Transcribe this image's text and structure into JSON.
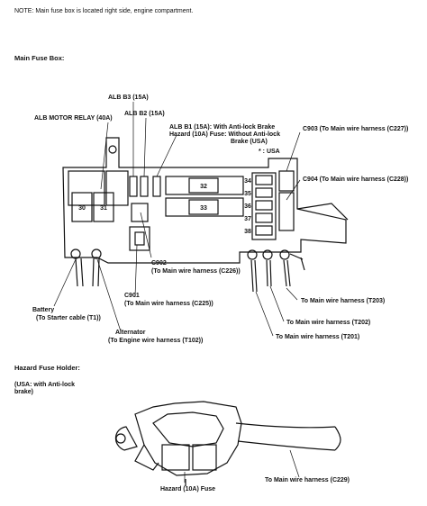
{
  "note": "NOTE: Main fuse box is located right side, engine compartment.",
  "main_box_title": "Main Fuse Box:",
  "labels": {
    "alb_b3": "ALB B3 (15A)",
    "alb_b2": "ALB B2 (15A)",
    "alb_motor_relay": "ALB MOTOR RELAY (40A)",
    "alb_b1_line1": "ALB B1 (15A): With Anti-lock Brake",
    "alb_b1_line2": "Hazard (10A) Fuse: Without Anti-lock",
    "alb_b1_line3": "Brake (USA)",
    "usa_mark": "* : USA",
    "c903": "C903 (To Main wire harness (C227))",
    "c904": "C904 (To Main wire harness (C228))",
    "c902_a": "C902",
    "c902_b": "(To Main wire harness (C226))",
    "c901_a": "C901",
    "c901_b": "(To Main wire harness (C225))",
    "battery_a": "Battery",
    "battery_b": "(To Starter cable (T1))",
    "alternator_a": "Alternator",
    "alternator_b": "(To Engine wire harness (T102))",
    "t203": "To Main wire harness (T203)",
    "t202": "To Main wire harness (T202)",
    "t201": "To Main wire harness (T201)",
    "hazard_holder_title": "Hazard Fuse Holder:",
    "usa_abs_a": "(USA: with Anti-lock",
    "usa_abs_b": "brake)",
    "hazard_fuse": "Hazard (10A) Fuse",
    "c229": "To Main wire harness (C229)"
  },
  "fuses": {
    "f30": "30",
    "f31": "31",
    "f32": "32",
    "f33": "33",
    "f34": "34",
    "f35": "35",
    "f36": "36",
    "f37": "37",
    "f38": "38"
  }
}
